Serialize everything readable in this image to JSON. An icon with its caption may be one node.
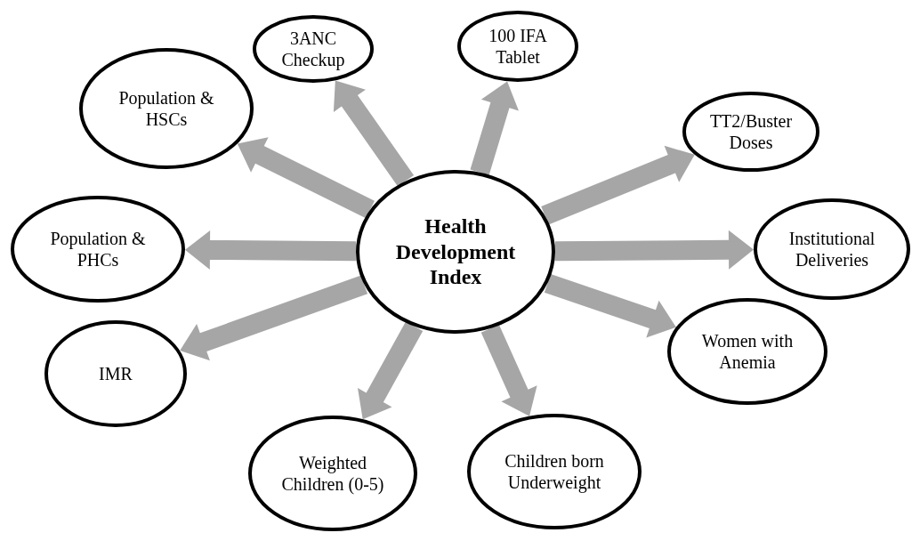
{
  "diagram": {
    "nodes": [
      {
        "text": [
          "Health Development Index"
        ]
      },
      {
        "text": [
          "3ANC Checkup"
        ]
      },
      {
        "text": [
          "100 IFA Tablet"
        ]
      },
      {
        "text": [
          "Population & HSCs"
        ]
      },
      {
        "text": [
          "TT2/Buster Doses"
        ]
      },
      {
        "text": [
          "Population & PHCs"
        ]
      },
      {
        "text": [
          "Institutional Deliveries"
        ]
      },
      {
        "text": [
          "IMR"
        ]
      },
      {
        "text": [
          "Women with Anemia"
        ]
      },
      {
        "text": [
          "Weighted Children (0-5)"
        ]
      },
      {
        "text": [
          "Children born Underweight"
        ]
      }
    ],
    "edges": [
      {
        "from": 0,
        "to": 1,
        "arrow": "to"
      },
      {
        "from": 0,
        "to": 2,
        "arrow": "to"
      },
      {
        "from": 0,
        "to": 3,
        "arrow": "to"
      },
      {
        "from": 0,
        "to": 4,
        "arrow": "to"
      },
      {
        "from": 0,
        "to": 5,
        "arrow": "to"
      },
      {
        "from": 0,
        "to": 6,
        "arrow": "to"
      },
      {
        "from": 0,
        "to": 7,
        "arrow": "to"
      },
      {
        "from": 0,
        "to": 8,
        "arrow": "to"
      },
      {
        "from": 0,
        "to": 9,
        "arrow": "to"
      },
      {
        "from": 0,
        "to": 10,
        "arrow": "to"
      }
    ]
  }
}
